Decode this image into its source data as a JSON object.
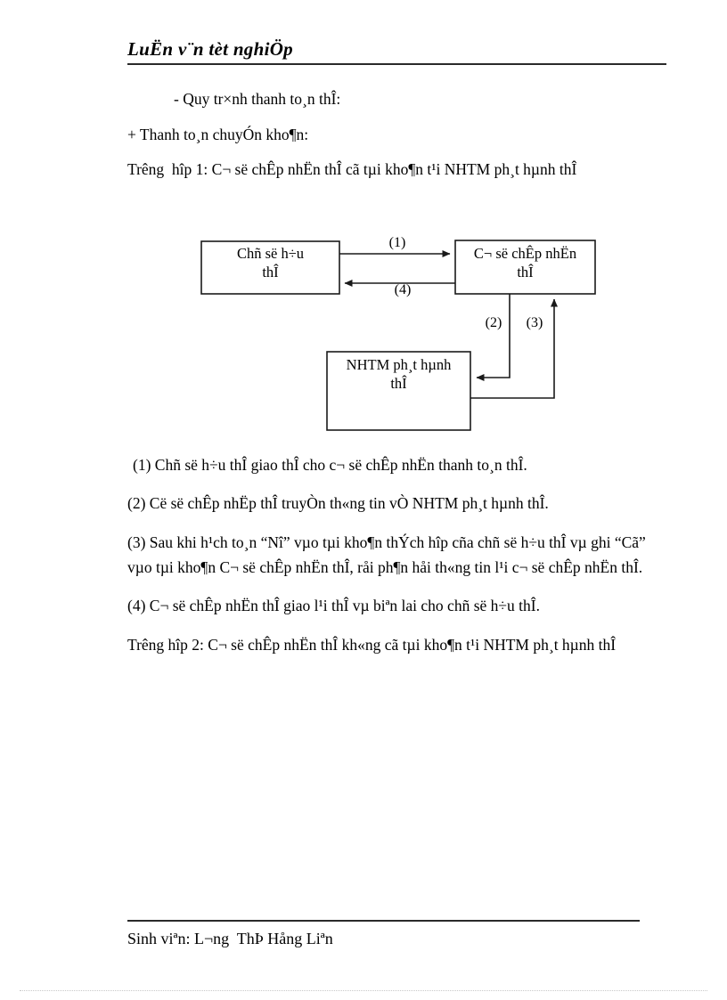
{
  "header": {
    "title": "LuËn v¨n tèt nghiÖp"
  },
  "body": {
    "line_1": "- Quy tr×nh thanh to¸n thÎ:",
    "line_2": "+ Thanh to¸n chuyÓn kho¶n:",
    "line_3": "Trêng  hîp 1: C¬ së chÊp nhËn thÎ cã tµi kho¶n t¹i NHTM ph¸t hµnh thÎ"
  },
  "diagram": {
    "boxes": [
      {
        "id": "cardholder",
        "label_line1": "Chñ së h÷u",
        "label_line2": "thÎ"
      },
      {
        "id": "merchant",
        "label_line1": "C¬ së chÊp nhËn",
        "label_line2": "thÎ"
      },
      {
        "id": "issuing-bank",
        "label_line1": "NHTM ph¸t hµnh",
        "label_line2": "thÎ"
      }
    ],
    "arrows": [
      {
        "id": "arrow-1",
        "label": "(1)"
      },
      {
        "id": "arrow-2",
        "label": "(2)"
      },
      {
        "id": "arrow-3",
        "label": "(3)"
      },
      {
        "id": "arrow-4",
        "label": "(4)"
      }
    ],
    "stroke_color": "#1a1a1a"
  },
  "notes": {
    "note_1": "(1) Chñ së h÷u thÎ giao thÎ cho c¬ së chÊp nhËn thanh to¸n thÎ.",
    "note_2": "(2) Cë së chÊp nhËp thÎ truyÒn th«ng tin vÒ NHTM ph¸t hµnh thÎ.",
    "note_3": "(3) Sau khi h¹ch to¸n “Nî” vµo tµi kho¶n thÝch hîp cña chñ së h÷u thÎ vµ ghi “Cã” vµo tµi kho¶n C¬ së chÊp nhËn thÎ, råi ph¶n håi th«ng tin l¹i c¬ së chÊp nhËn thÎ.",
    "note_4": "(4) C¬ së chÊp nhËn thÎ giao l¹i thÎ vµ biªn lai cho chñ së h÷u thÎ.",
    "note_5": "Trêng  hîp 2: C¬ së chÊp nhËn thÎ kh«ng cã tµi kho¶n t¹i NHTM ph¸t hµnh thÎ"
  },
  "footer": {
    "text": "Sinh viªn: L¬ng  ThÞ Hång Liªn"
  }
}
